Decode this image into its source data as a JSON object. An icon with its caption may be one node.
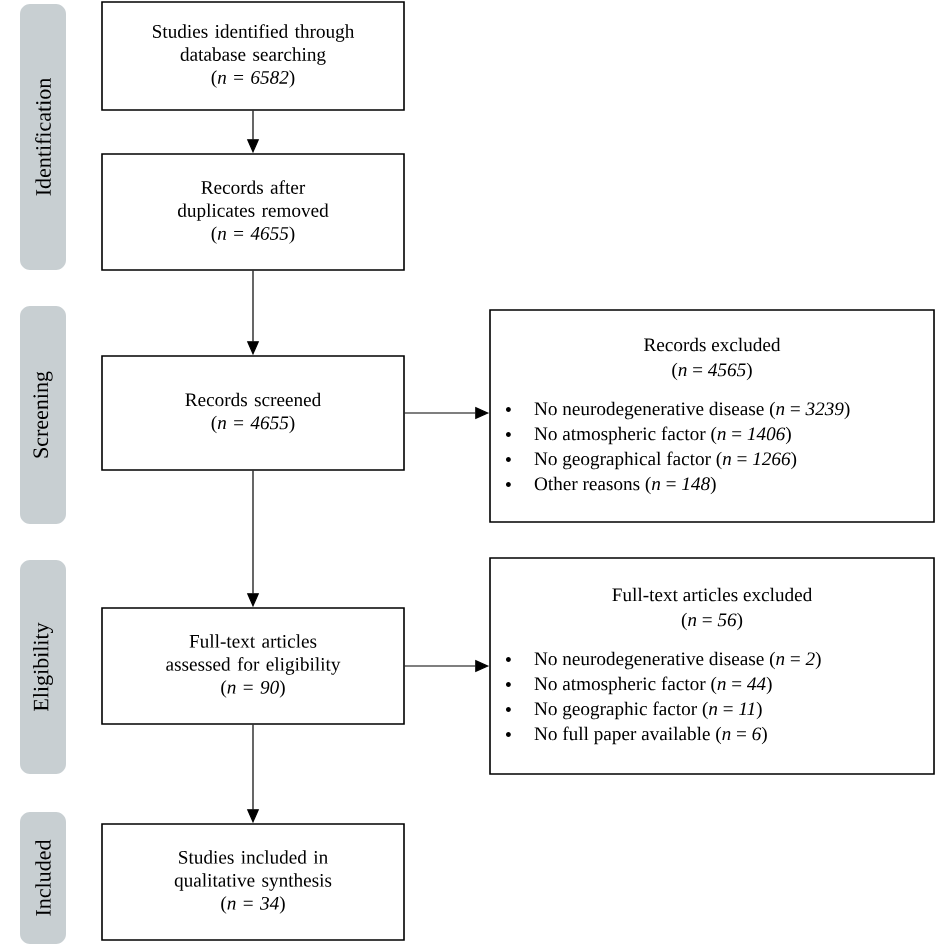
{
  "diagram": {
    "nodes": [
      {
        "text": [
          "Identification"
        ]
      },
      {
        "text": [
          "Studies identified through database searching",
          "(*n* = *6582*)"
        ]
      },
      {
        "text": [
          "Records after duplicates removed",
          "(*n* = *4655*)"
        ]
      },
      {
        "text": [
          "Screening"
        ]
      },
      {
        "text": [
          "Records screened",
          "(*n* = *4655*)"
        ]
      },
      {
        "text": [
          "Records excluded",
          "(*n* = *4565*)",
          "No neurodegenerative disease (*n* = *3239*)",
          "No atmospheric factor (*n* = *1406*)",
          "No geographical factor (*n* = *1266*)",
          "Other reasons (*n* = *148*)"
        ]
      },
      {
        "text": [
          "Eligibility"
        ]
      },
      {
        "text": [
          "Full-text articles assessed for eligibility",
          "(*n* = *90*)"
        ]
      },
      {
        "text": [
          "Full-text articles excluded",
          "(*n* = *56*)",
          "No neurodegenerative disease (*n* = *2*)",
          "No atmospheric factor (*n* = *44*)",
          "No geographic factor (*n* = *11*)",
          "No full paper available (*n* = *6*)"
        ]
      },
      {
        "text": [
          "Included"
        ]
      },
      {
        "text": [
          "Studies included in qualitative synthesis",
          "(*n* = *34*)"
        ]
      }
    ],
    "edges": [
      {
        "from": 1,
        "to": 2,
        "arrow": "to"
      },
      {
        "from": 2,
        "to": 4,
        "arrow": "to"
      },
      {
        "from": 4,
        "to": 5,
        "arrow": "to"
      },
      {
        "from": 4,
        "to": 7,
        "arrow": "to"
      },
      {
        "from": 7,
        "to": 8,
        "arrow": "to"
      },
      {
        "from": 7,
        "to": 10,
        "arrow": "to"
      }
    ]
  }
}
